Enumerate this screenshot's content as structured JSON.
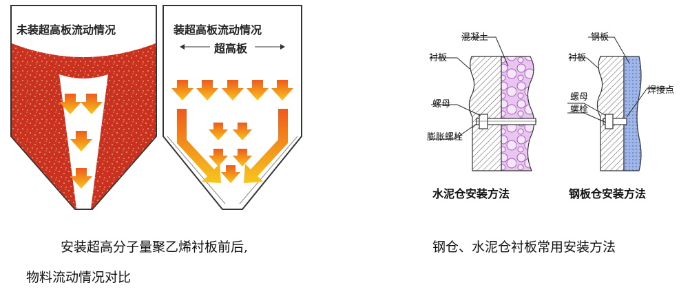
{
  "left_panel": {
    "silo_left_title": "未装超高板流动情况",
    "silo_right_title": "装超高板流动情况",
    "silo_right_sublabel": "超高板",
    "caption_line1": "安装超高分子量聚乙烯衬板前后,",
    "caption_line2": "物料流动情况对比"
  },
  "right_panel": {
    "cement": {
      "label_concrete": "混凝土",
      "label_liner": "衬板",
      "label_nut": "螺母",
      "label_bolt": "膨胀螺栓",
      "title": "水泥仓安装方法"
    },
    "steel": {
      "label_steelplate": "钢板",
      "label_liner": "衬板",
      "label_nut": "螺母",
      "label_bolt": "螺栓",
      "label_weld": "焊接点",
      "title": "钢板仓安装方法"
    },
    "caption": "钢仓、水泥仓衬板常用安装方法"
  },
  "colors": {
    "material_red": "#c8321e",
    "arrow_orange": "#f07a1a",
    "arrow_yellow": "#f5c21a",
    "concrete_purple": "#c98ad6",
    "steel_blue": "#9fb6e6"
  }
}
